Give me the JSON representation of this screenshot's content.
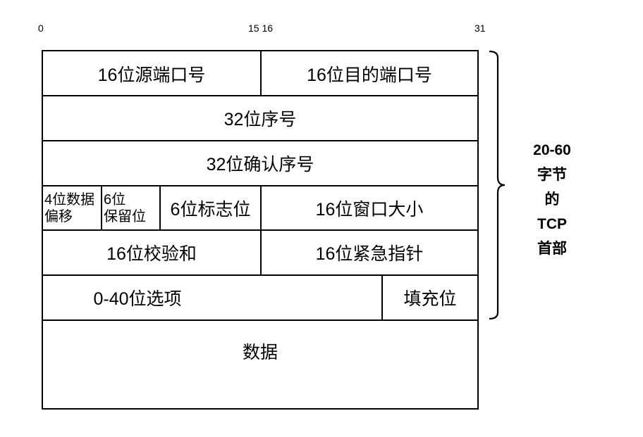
{
  "bit_ticks": {
    "start": "0",
    "middle": "15 16",
    "end": "31"
  },
  "rows": {
    "r1": {
      "left": "16位源端口号",
      "right": "16位目的端口号"
    },
    "r2": {
      "full": "32位序号"
    },
    "r3": {
      "full": "32位确认序号"
    },
    "r4": {
      "data_offset_line1": "4位数据",
      "data_offset_line2": "偏移",
      "reserved_line1": "6位",
      "reserved_line2": "保留位",
      "flags": "6位标志位",
      "window": "16位窗口大小"
    },
    "r5": {
      "left": "16位校验和",
      "right": "16位紧急指针"
    },
    "r6": {
      "options": "0-40位选项",
      "padding": "填充位"
    },
    "r7": {
      "data": "数据"
    }
  },
  "header_label": {
    "line1": "20-60",
    "line2": "字节",
    "line3": "的",
    "line4": "TCP",
    "line5": "首部"
  },
  "colors": {
    "line": "#000000",
    "background": "#ffffff",
    "text": "#000000"
  }
}
